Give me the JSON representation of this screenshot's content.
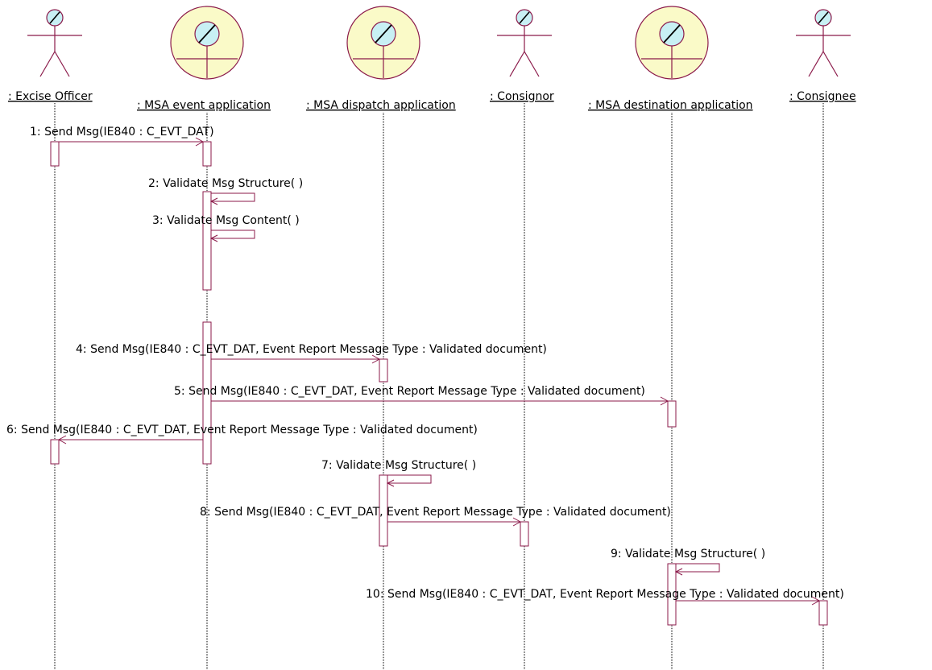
{
  "diagram": {
    "type": "uml-sequence",
    "colors": {
      "line": "#8b1a4a",
      "actor_head": "#c8f0f4",
      "boundary_fill": "#fafac8",
      "lifeline": "#000000"
    },
    "participants": [
      {
        "id": "officer",
        "kind": "actor",
        "label": ": Excise Officer"
      },
      {
        "id": "event",
        "kind": "boundary",
        "label": ": MSA event application"
      },
      {
        "id": "dispatch",
        "kind": "boundary",
        "label": ": MSA dispatch application"
      },
      {
        "id": "consignor",
        "kind": "actor",
        "label": ": Consignor"
      },
      {
        "id": "destination",
        "kind": "boundary",
        "label": ": MSA destination application"
      },
      {
        "id": "consignee",
        "kind": "actor",
        "label": ": Consignee"
      }
    ],
    "messages": [
      {
        "from": "officer",
        "to": "event",
        "label": "1: Send Msg(IE840 : C_EVT_DAT)"
      },
      {
        "from": "event",
        "to": "event",
        "label": "2: Validate Msg Structure( )"
      },
      {
        "from": "event",
        "to": "event",
        "label": "3: Validate Msg Content( )"
      },
      {
        "from": "event",
        "to": "dispatch",
        "label": "4: Send Msg(IE840 : C_EVT_DAT, Event Report Message Type : Validated document)"
      },
      {
        "from": "event",
        "to": "destination",
        "label": "5: Send Msg(IE840 : C_EVT_DAT, Event Report Message Type : Validated document)"
      },
      {
        "from": "event",
        "to": "officer",
        "label": "6: Send Msg(IE840 : C_EVT_DAT, Event Report Message Type : Validated document)"
      },
      {
        "from": "dispatch",
        "to": "dispatch",
        "label": "7: Validate Msg Structure( )"
      },
      {
        "from": "dispatch",
        "to": "consignor",
        "label": "8: Send Msg(IE840 : C_EVT_DAT, Event Report Message Type : Validated document)"
      },
      {
        "from": "destination",
        "to": "destination",
        "label": "9: Validate Msg Structure( )"
      },
      {
        "from": "destination",
        "to": "consignee",
        "label": "10: Send Msg(IE840 : C_EVT_DAT, Event Report Message Type : Validated document)"
      }
    ]
  }
}
